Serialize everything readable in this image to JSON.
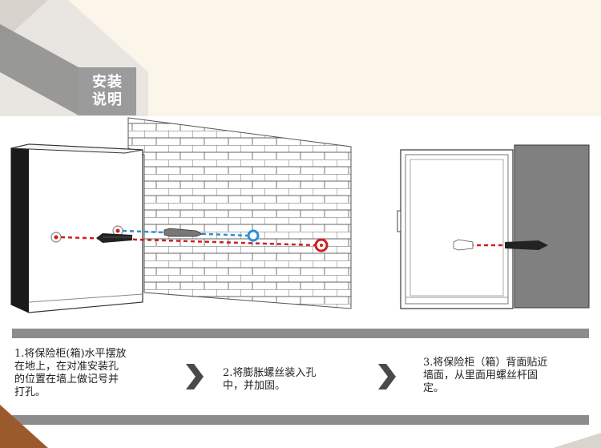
{
  "section_title": {
    "line1": "安装",
    "line2": "说明"
  },
  "steps": [
    {
      "text": "1.将保险柜(箱)水平摆放\n在地上，在对准安装孔\n的位置在墙上做记号并\n打孔。"
    },
    {
      "text": "2.将膨胀螺丝装入孔\n中，并加固。"
    },
    {
      "text": "3.将保险柜（箱）背面贴近\n墙面，从里面用螺丝杆固\n定。"
    }
  ],
  "colors": {
    "background": "#fbf5ea",
    "panel": "#ffffff",
    "grey": "#8c8c8c",
    "title_block": "#9b9b9b",
    "red_mark": "#cc1f1f",
    "blue_mark": "#2a8fd6",
    "brown_corner": "#9a5a2c"
  },
  "icons": [
    "chevron-right-icon",
    "chevron-right-icon"
  ]
}
